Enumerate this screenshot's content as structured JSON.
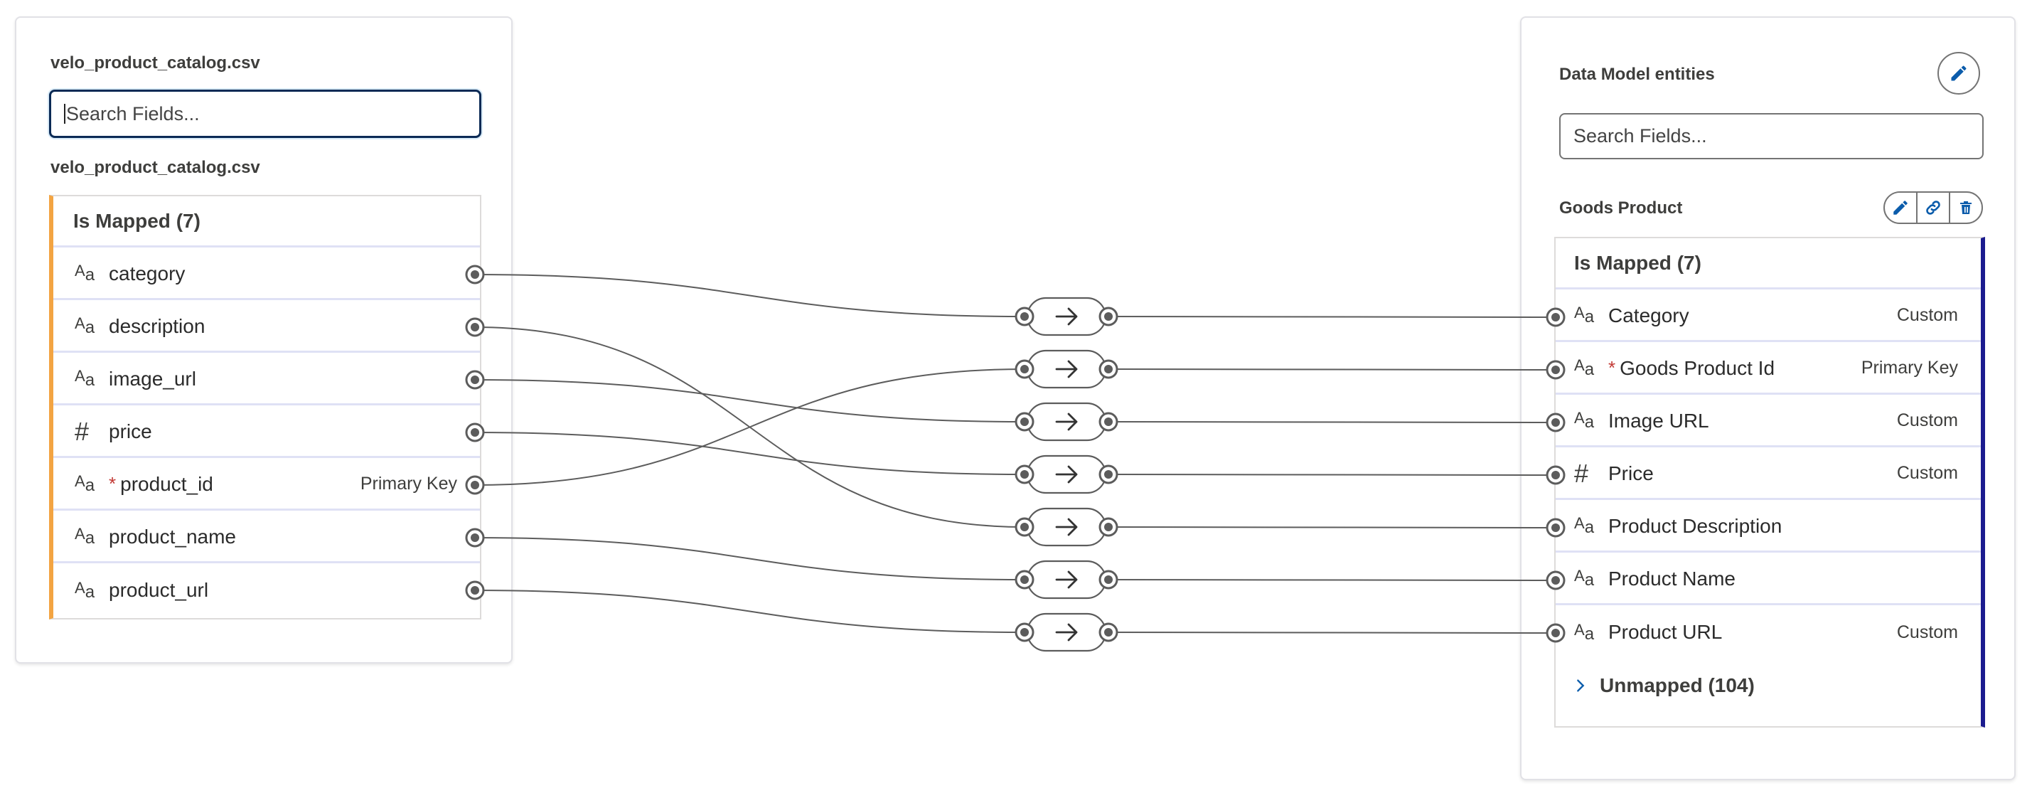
{
  "source": {
    "title": "velo_product_catalog.csv",
    "search": {
      "placeholder": "Search Fields..."
    },
    "subtitle": "velo_product_catalog.csv",
    "group": {
      "label": "Is Mapped (7)"
    },
    "fields": [
      {
        "name": "category",
        "type": "text-icon",
        "required": false,
        "tag": ""
      },
      {
        "name": "description",
        "type": "text-icon",
        "required": false,
        "tag": ""
      },
      {
        "name": "image_url",
        "type": "text-icon",
        "required": false,
        "tag": ""
      },
      {
        "name": "price",
        "type": "number-icon",
        "required": false,
        "tag": ""
      },
      {
        "name": "product_id",
        "type": "text-icon",
        "required": true,
        "tag": "Primary Key"
      },
      {
        "name": "product_name",
        "type": "text-icon",
        "required": false,
        "tag": ""
      },
      {
        "name": "product_url",
        "type": "text-icon",
        "required": false,
        "tag": ""
      }
    ]
  },
  "target": {
    "title": "Data Model entities",
    "search": {
      "placeholder": "Search Fields..."
    },
    "entity": "Goods Product",
    "group": {
      "label": "Is Mapped (7)"
    },
    "fields": [
      {
        "name": "Category",
        "type": "text-icon",
        "required": false,
        "tag": "Custom"
      },
      {
        "name": "Goods Product Id",
        "type": "text-icon",
        "required": true,
        "tag": "Primary Key"
      },
      {
        "name": "Image URL",
        "type": "text-icon",
        "required": false,
        "tag": "Custom"
      },
      {
        "name": "Price",
        "type": "number-icon",
        "required": false,
        "tag": "Custom"
      },
      {
        "name": "Product Description",
        "type": "text-icon",
        "required": false,
        "tag": ""
      },
      {
        "name": "Product Name",
        "type": "text-icon",
        "required": false,
        "tag": ""
      },
      {
        "name": "Product URL",
        "type": "text-icon",
        "required": false,
        "tag": "Custom"
      }
    ],
    "unmapped": {
      "label": "Unmapped (104)"
    }
  },
  "mappings": [
    {
      "source": "category",
      "target": "Category"
    },
    {
      "source": "description",
      "target": "Product Description"
    },
    {
      "source": "image_url",
      "target": "Image URL"
    },
    {
      "source": "price",
      "target": "Price"
    },
    {
      "source": "product_id",
      "target": "Goods Product Id"
    },
    {
      "source": "product_name",
      "target": "Product Name"
    },
    {
      "source": "product_url",
      "target": "Product URL"
    }
  ],
  "icons": {
    "edit": "pencil-icon",
    "link": "link-icon",
    "delete": "trash-icon",
    "arrow": "arrow-right-icon",
    "expand": "chevron-right-icon"
  },
  "colors": {
    "accent": "#0b5cab",
    "mapped_bar": "#f3a442",
    "target_bar": "#1b1b8f",
    "required": "#c23934"
  }
}
